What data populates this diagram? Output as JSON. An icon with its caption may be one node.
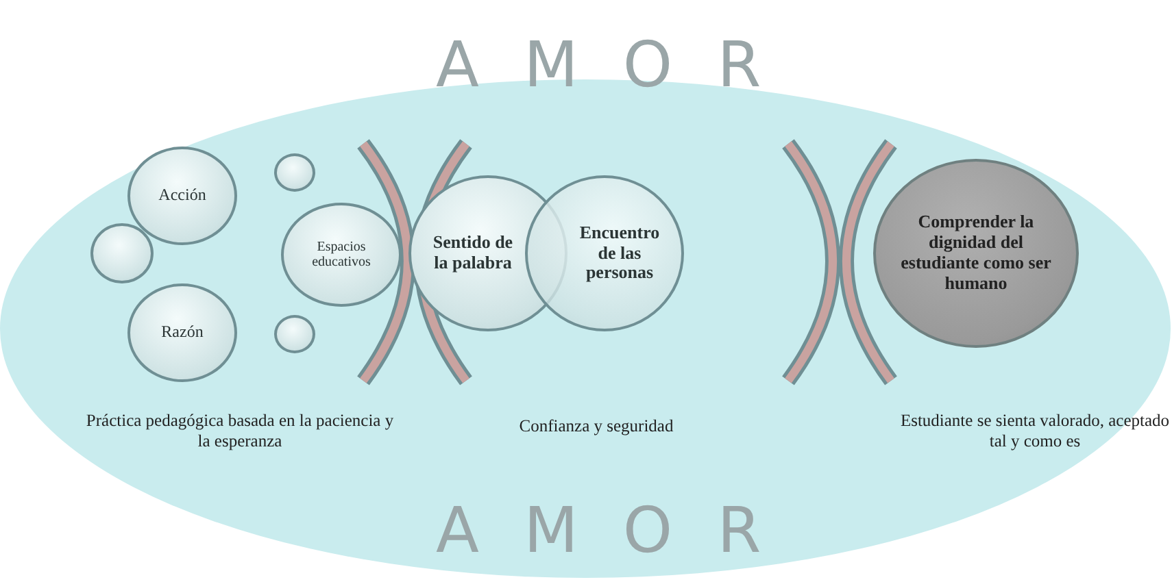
{
  "diagram": {
    "nodes": [
      {
        "text": [
          "Acción"
        ]
      },
      {
        "text": [],
        "shape": "circle"
      },
      {
        "text": [],
        "shape": "circle"
      },
      {
        "text": [
          "Espacios educativos"
        ]
      },
      {
        "text": [
          "Razón"
        ]
      },
      {
        "text": [],
        "shape": "circle"
      },
      {
        "text": [
          "Sentido de la palabra"
        ]
      },
      {
        "text": [
          "Encuentro de las personas"
        ]
      },
      {
        "text": [
          "Comprender la dignidad del estudiante como ser humano"
        ]
      }
    ],
    "labels": [
      "A M O R",
      "Práctica pedagógica basada en la paciencia y la esperanza",
      "Confianza y seguridad",
      "Estudiante se sienta valorado, aceptado tal y como es",
      "A M O R"
    ]
  }
}
